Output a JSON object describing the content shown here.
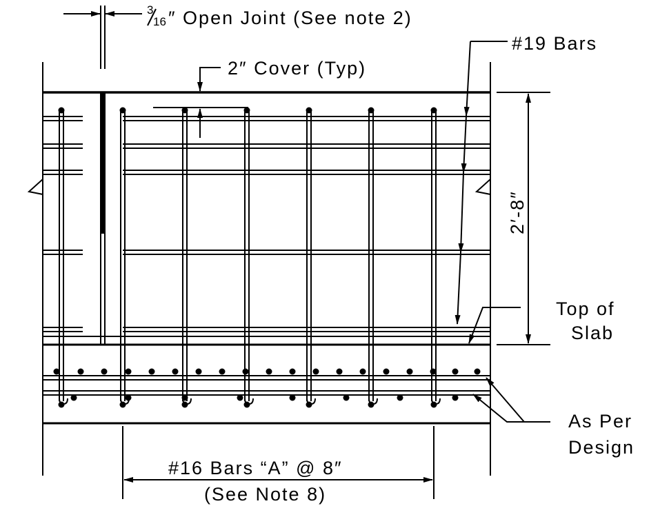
{
  "labels": {
    "open_joint_numerator": "3",
    "open_joint_denominator": "16",
    "open_joint_text": "″ Open Joint (See note 2)",
    "cover": "2″ Cover (Typ)",
    "bars_19": "#19 Bars",
    "depth": "2′-8″",
    "top_of_slab_line1": "Top of",
    "top_of_slab_line2": "Slab",
    "as_per_design_line1": "As Per",
    "as_per_design_line2": "Design",
    "bars_16": "#16 Bars “A” @  8″",
    "see_note_8": "(See Note 8)"
  },
  "colors": {
    "ink": "#000000",
    "paper": "#ffffff"
  }
}
